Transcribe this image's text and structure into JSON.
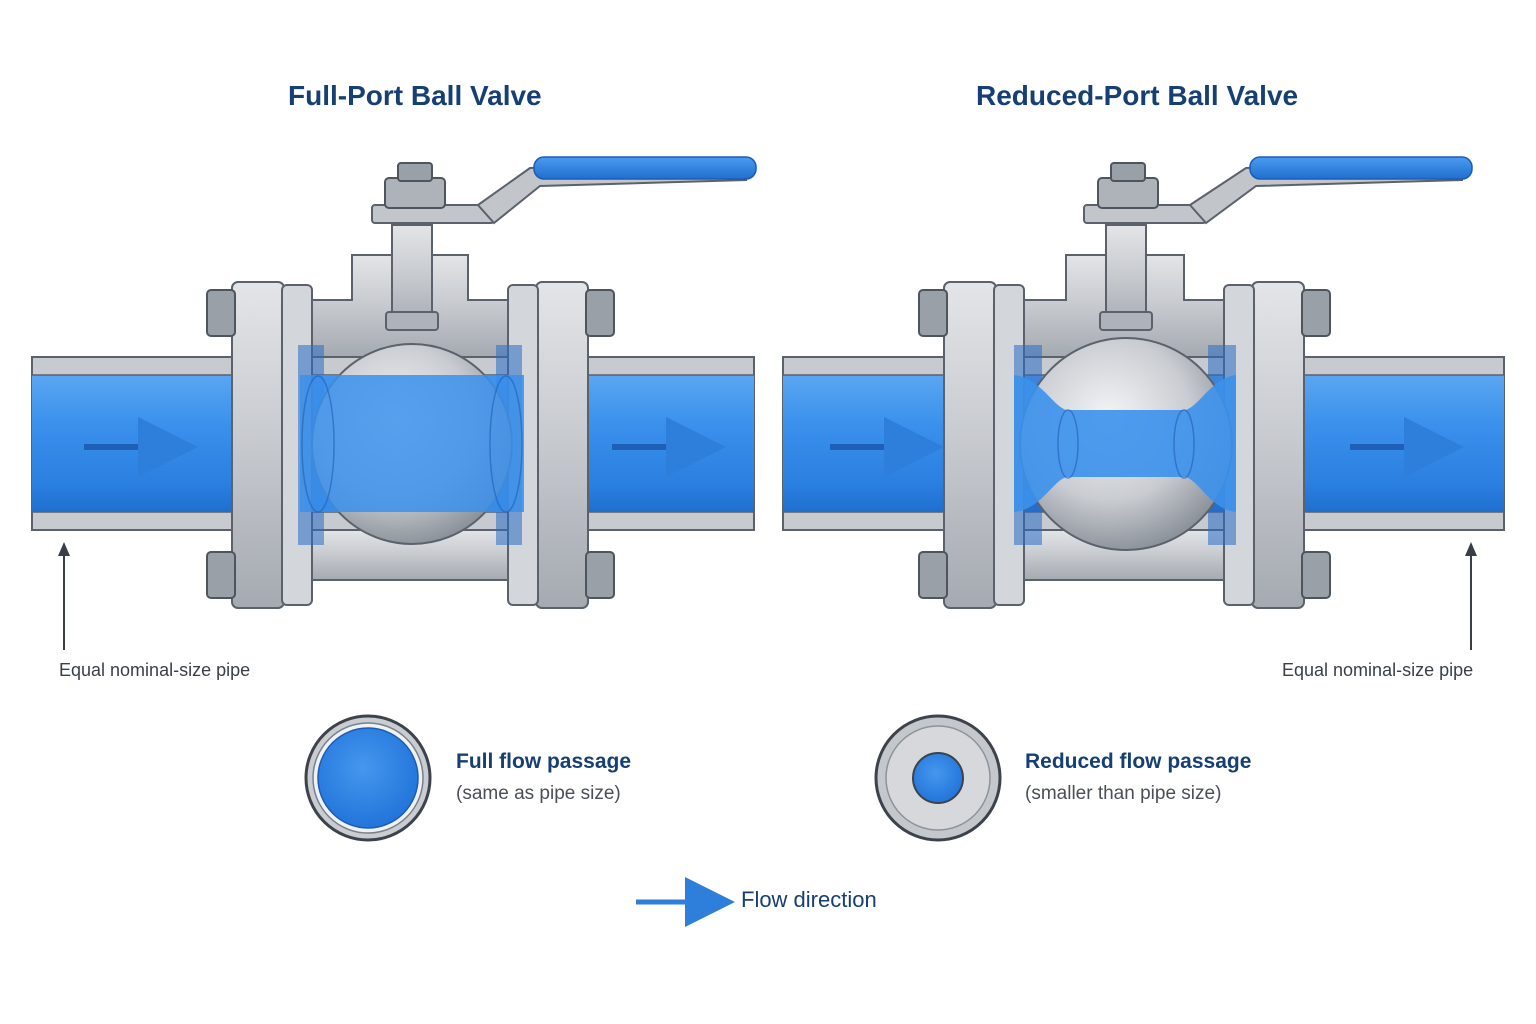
{
  "left": {
    "title": "Full-Port Ball Valve",
    "pipe_note": "Equal nominal-size pipe",
    "passage_title": "Full flow passage",
    "passage_sub": "(same as pipe size)"
  },
  "right": {
    "title": "Reduced-Port Ball Valve",
    "pipe_note": "Equal nominal-size pipe",
    "passage_title": "Reduced flow passage",
    "passage_sub": "(smaller than pipe size)"
  },
  "legend": {
    "label": "Flow direction"
  },
  "colors": {
    "flow_blue": "#2f86e6",
    "flow_dark": "#1f6fcf",
    "steel": "#c9ccd1",
    "steel_dark": "#8d939b",
    "outline": "#5b626b",
    "title_navy": "#163f73"
  }
}
